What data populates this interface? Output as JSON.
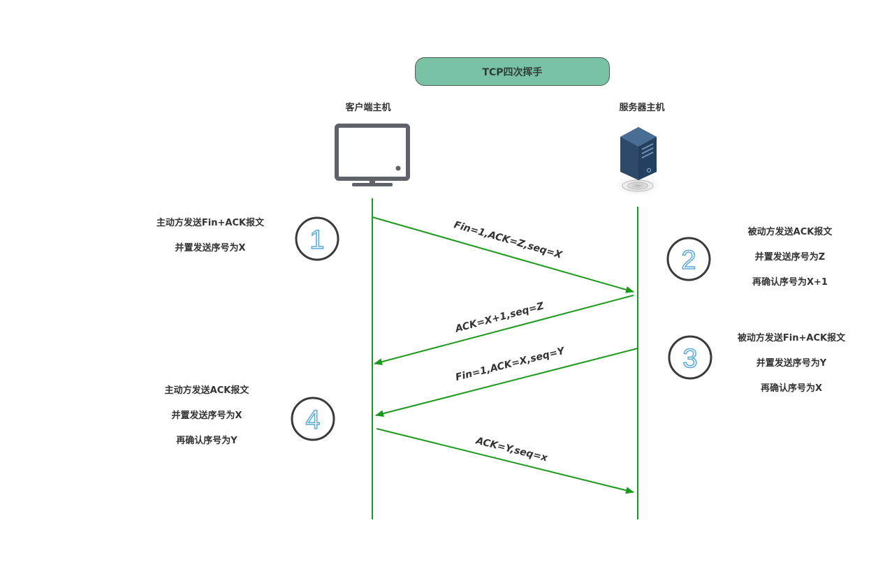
{
  "title": "TCP四次挥手",
  "hosts": {
    "client": "客户端主机",
    "server": "服务器主机"
  },
  "steps": [
    {
      "number": "1",
      "lines": [
        "主动方发送Fin+ACK报文",
        "并置发送序号为X"
      ]
    },
    {
      "number": "2",
      "lines": [
        "被动方发送ACK报文",
        "并置发送序号为Z",
        "再确认序号为X+1"
      ]
    },
    {
      "number": "3",
      "lines": [
        "被动方发送Fin+ACK报文",
        "并置发送序号为Y",
        "再确认序号为X"
      ]
    },
    {
      "number": "4",
      "lines": [
        "主动方发送ACK报文",
        "并置发送序号为X",
        "再确认序号为Y"
      ]
    }
  ],
  "messages": [
    {
      "label": "Fin=1,ACK=Z,seq=X"
    },
    {
      "label": "ACK=X+1,seq=Z"
    },
    {
      "label": "Fin=1,ACK=X,seq=Y"
    },
    {
      "label": "ACK=Y,seq=x"
    }
  ],
  "colors": {
    "title_fill": "#79c2a6",
    "lifeline": "#1a9a1a",
    "arrow": "#1a9a1a",
    "circle": "#3a3a3a",
    "number": "#5aa9d6",
    "monitor": "#5f6268",
    "server": "#2e4a6b"
  },
  "icons": [
    "monitor-icon",
    "server-icon"
  ]
}
